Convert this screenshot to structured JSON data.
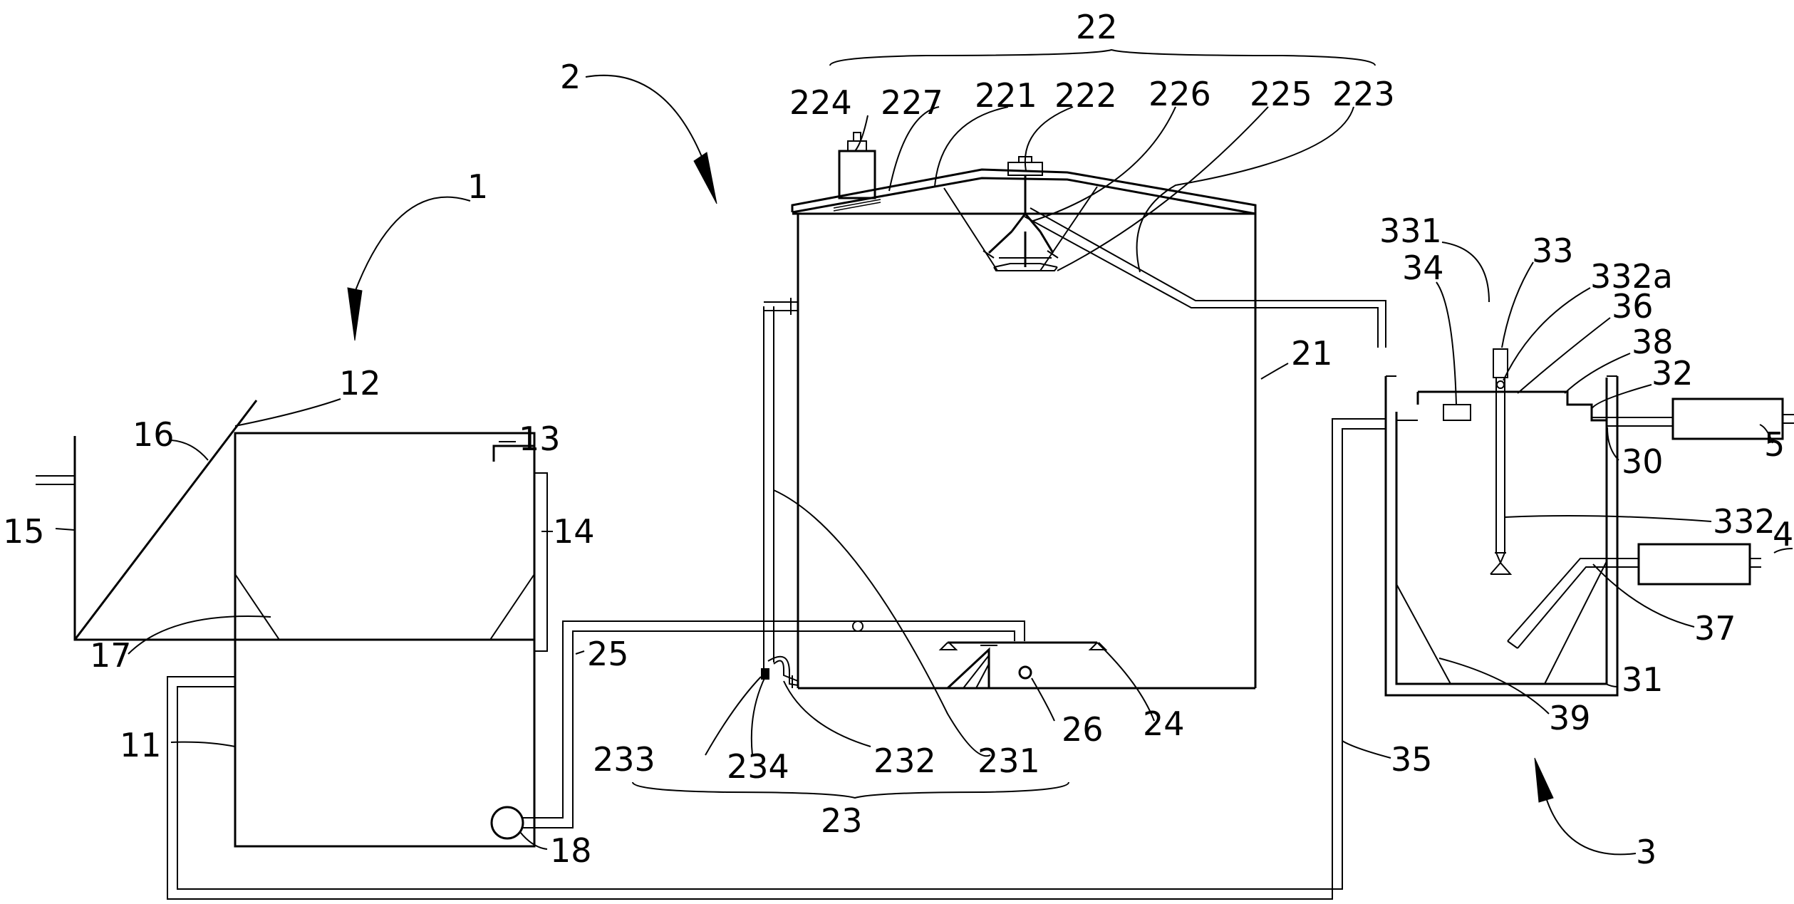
{
  "labels": {
    "l1": "1",
    "l2": "2",
    "l3": "3",
    "l4": "4",
    "l5": "5",
    "l11": "11",
    "l12": "12",
    "l13": "13",
    "l14": "14",
    "l15": "15",
    "l16": "16",
    "l17": "17",
    "l18": "18",
    "l21": "21",
    "l22": "22",
    "l23": "23",
    "l24": "24",
    "l25": "25",
    "l26": "26",
    "l221": "221",
    "l222": "222",
    "l223": "223",
    "l224": "224",
    "l225": "225",
    "l226": "226",
    "l227": "227",
    "l231": "231",
    "l232": "232",
    "l233": "233",
    "l234": "234",
    "l30": "30",
    "l31": "31",
    "l32": "32",
    "l33": "33",
    "l331": "331",
    "l332": "332",
    "l332a": "332a",
    "l34": "34",
    "l35": "35",
    "l36": "36",
    "l37": "37",
    "l38": "38",
    "l39": "39"
  }
}
